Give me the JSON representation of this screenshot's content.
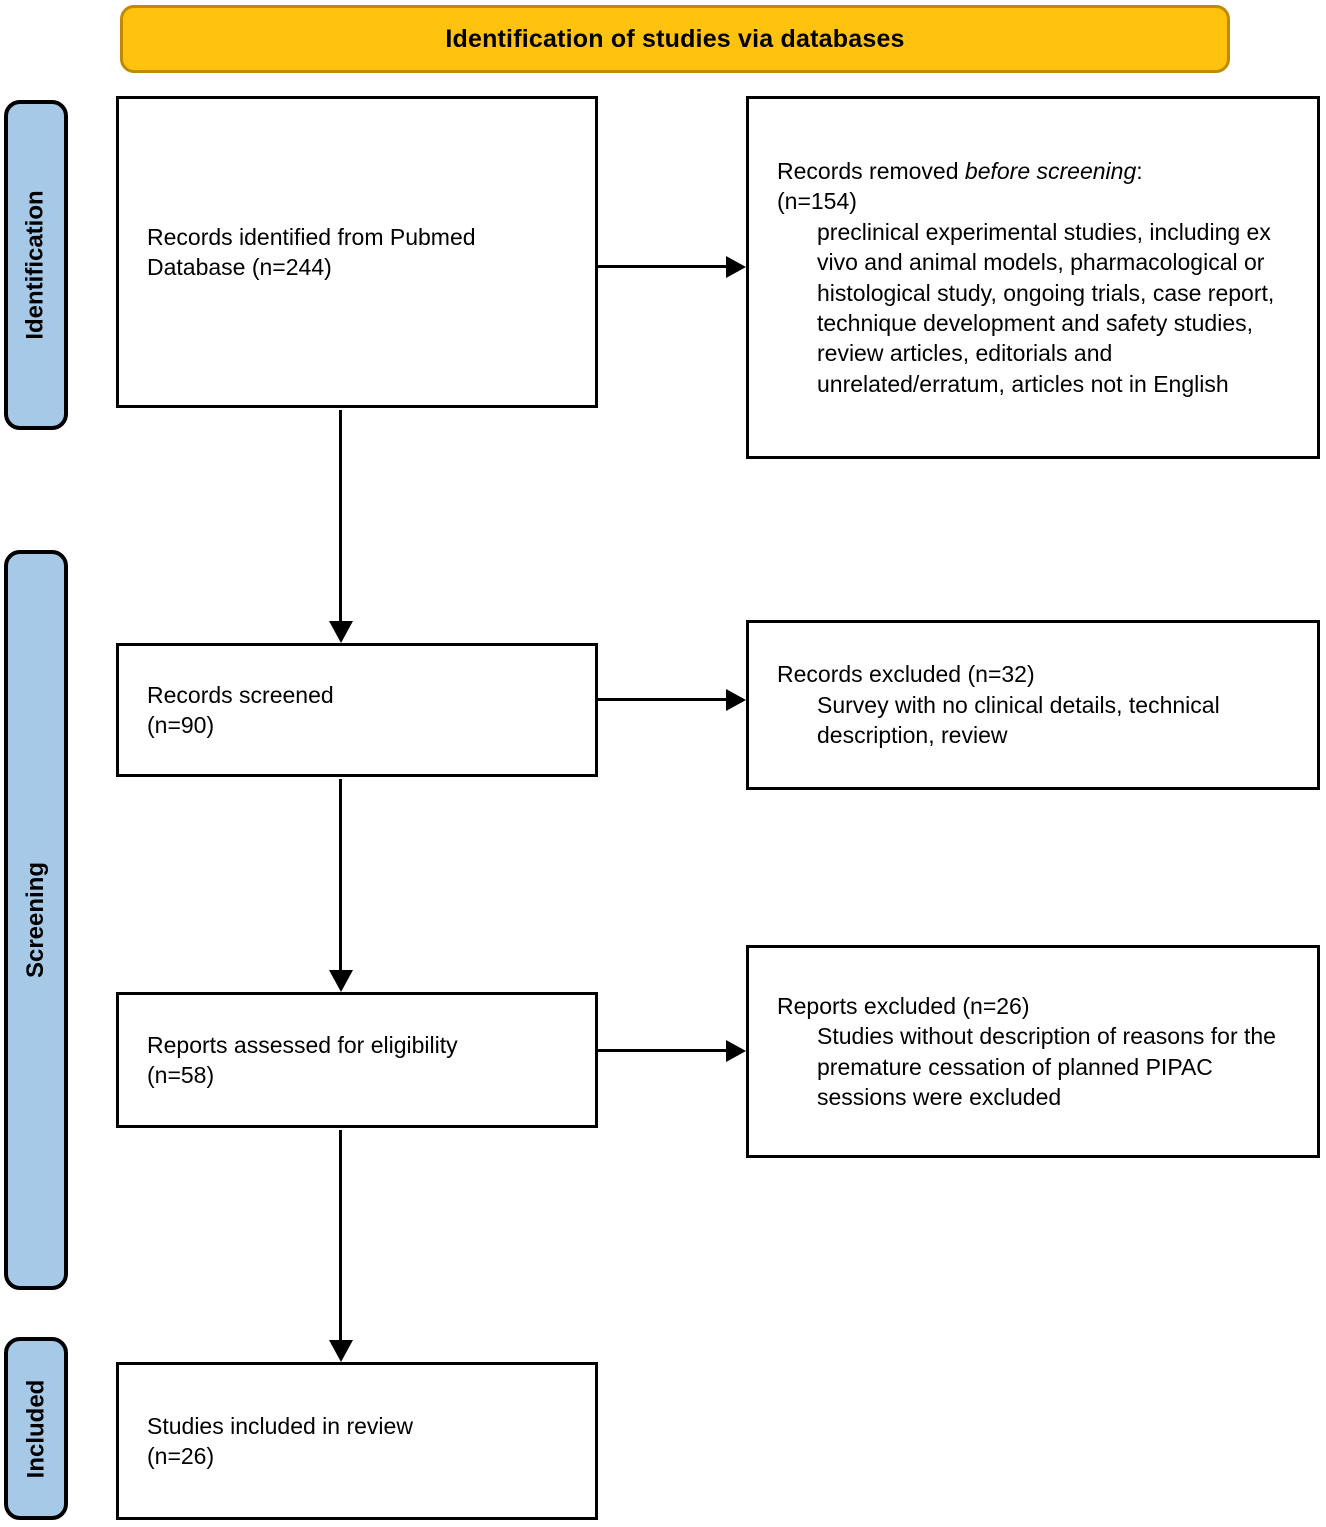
{
  "banner": {
    "title": "Identification of studies via databases",
    "fill_color": "#FFC20E",
    "border_color": "#C08A05"
  },
  "stages": [
    {
      "id": "identification",
      "label": "Identification",
      "fill_color": "#A6C9E8"
    },
    {
      "id": "screening",
      "label": "Screening",
      "fill_color": "#A6C9E8"
    },
    {
      "id": "included",
      "label": "Included",
      "fill_color": "#A6C9E8"
    }
  ],
  "boxes": {
    "identified": {
      "line1": "Records identified from Pubmed",
      "line2": "Database (n=244)"
    },
    "removed": {
      "heading_prefix": "Records removed ",
      "heading_italic": "before screening",
      "heading_suffix": ":",
      "count": "(n=154)",
      "reasons": "preclinical experimental studies, including ex vivo and animal models, pharmacological or histological study, ongoing trials, case report, technique development and safety studies, review articles, editorials and unrelated/erratum, articles not in English"
    },
    "screened": {
      "line1": "Records screened",
      "line2": "(n=90)"
    },
    "records_excluded": {
      "heading": "Records excluded (n=32)",
      "reasons": "Survey with no clinical details, technical description, review"
    },
    "eligibility": {
      "line1": "Reports assessed for eligibility",
      "line2": "(n=58)"
    },
    "reports_excluded": {
      "heading": "Reports excluded (n=26)",
      "reasons": "Studies without description of reasons for the premature cessation of planned PIPAC sessions were excluded"
    },
    "included": {
      "line1": "Studies included in review",
      "line2": "(n=26)"
    }
  },
  "chart_data": {
    "type": "diagram",
    "diagram_type": "PRISMA flow diagram",
    "title": "Identification of studies via databases",
    "nodes": [
      {
        "id": "identified",
        "stage": "Identification",
        "label": "Records identified from Pubmed Database",
        "n": 244
      },
      {
        "id": "removed",
        "stage": "Identification",
        "label": "Records removed before screening",
        "n": 154
      },
      {
        "id": "screened",
        "stage": "Screening",
        "label": "Records screened",
        "n": 90
      },
      {
        "id": "records_excluded",
        "stage": "Screening",
        "label": "Records excluded",
        "n": 32
      },
      {
        "id": "eligibility",
        "stage": "Screening",
        "label": "Reports assessed for eligibility",
        "n": 58
      },
      {
        "id": "reports_excluded",
        "stage": "Screening",
        "label": "Reports excluded",
        "n": 26
      },
      {
        "id": "included",
        "stage": "Included",
        "label": "Studies included in review",
        "n": 26
      }
    ],
    "edges": [
      {
        "from": "identified",
        "to": "removed",
        "direction": "right"
      },
      {
        "from": "identified",
        "to": "screened",
        "direction": "down"
      },
      {
        "from": "screened",
        "to": "records_excluded",
        "direction": "right"
      },
      {
        "from": "screened",
        "to": "eligibility",
        "direction": "down"
      },
      {
        "from": "eligibility",
        "to": "reports_excluded",
        "direction": "right"
      },
      {
        "from": "eligibility",
        "to": "included",
        "direction": "down"
      }
    ]
  }
}
